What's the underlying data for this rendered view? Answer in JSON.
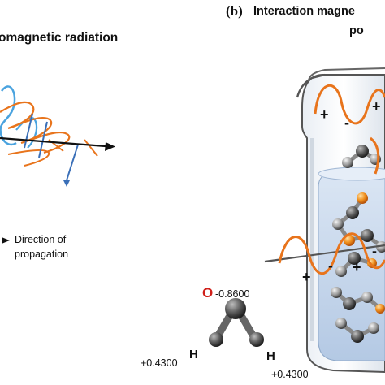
{
  "panel_a": {
    "title": "omagnetic radiation",
    "legend_text_line1": "Direction of",
    "legend_text_line2": "propagation"
  },
  "panel_b": {
    "label": "(b)",
    "title": "Interaction magne",
    "title_line2": "po",
    "signs": [
      "+",
      "-",
      "+",
      "-",
      "+",
      "-",
      "+"
    ]
  },
  "molecule": {
    "oxygen_label": "O",
    "oxygen_charge": "-0.8600",
    "hydrogen_left_label": "H",
    "hydrogen_left_charge": "+0.4300",
    "hydrogen_right_label": "H",
    "hydrogen_right_charge": "+0.4300"
  },
  "colors": {
    "electric_wave": "#e8741c",
    "magnetic_wave": "#4aa3df",
    "field_vector": "#3a6fb8",
    "propagation_axis": "#111111",
    "liquid": "#c7d8ee",
    "oxygen": "#d0201a",
    "atom_orange": "#f0901e",
    "atom_gray": "#8a8a8a"
  },
  "icons": {
    "propagation_arrow": "arrow-right-icon",
    "beaker": "beaker-icon"
  }
}
